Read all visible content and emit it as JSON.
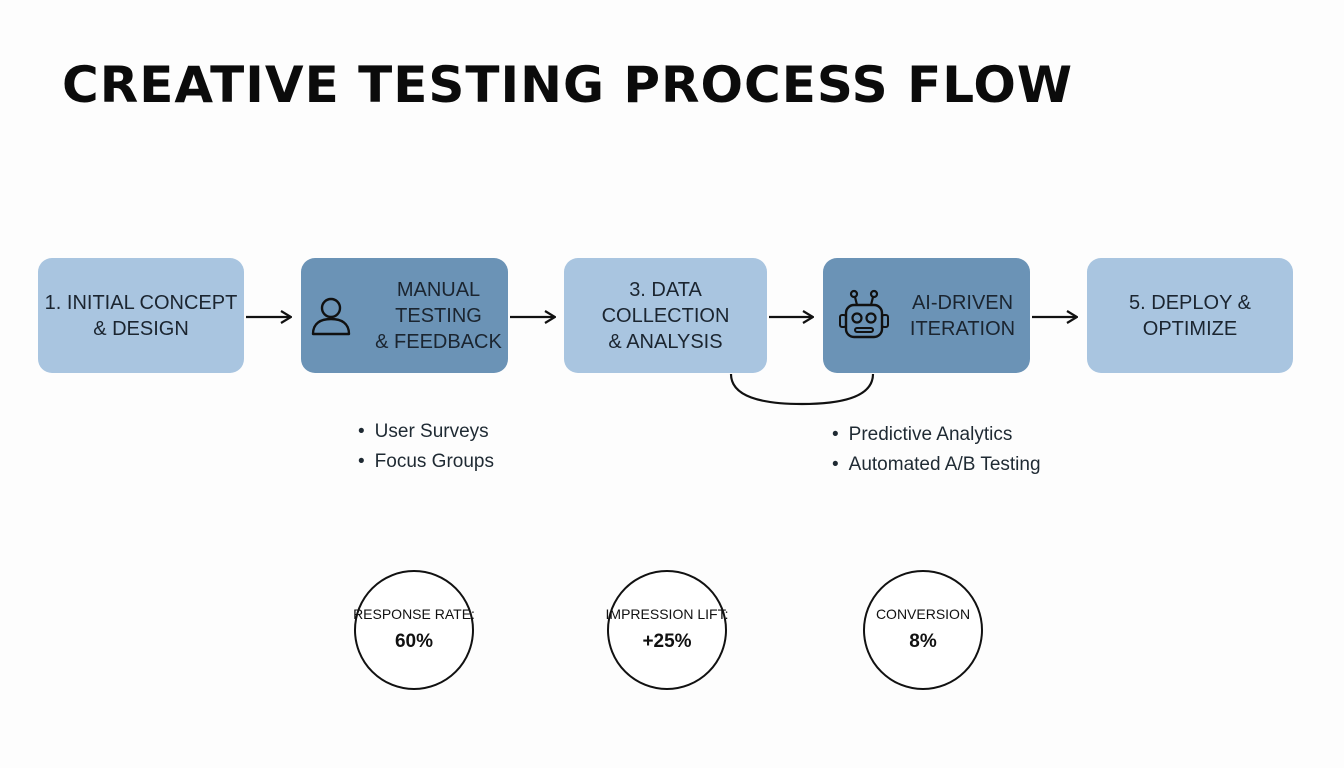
{
  "title": "CREATIVE TESTING PROCESS FLOW",
  "steps": [
    {
      "label": "1. INITIAL CONCEPT\n& DESIGN"
    },
    {
      "label": "MANUAL\nTESTING\n& FEEDBACK",
      "icon": "user-icon"
    },
    {
      "label": "3. DATA COLLECTION\n& ANALYSIS"
    },
    {
      "label": "AI-DRIVEN\nITERATION",
      "icon": "robot-icon"
    },
    {
      "label": "5. DEPLOY &\nOPTIMIZE"
    }
  ],
  "manual_bullets": [
    "User Surveys",
    "Focus Groups"
  ],
  "ai_bullets": [
    "Predictive Analytics",
    "Automated A/B Testing"
  ],
  "metrics": [
    {
      "label": "RESPONSE RATE:",
      "value": "60%"
    },
    {
      "label": "IMPRESSION LIFT:",
      "value": "+25%"
    },
    {
      "label": "CONVERSION",
      "value": "8%"
    }
  ],
  "colors": {
    "light_box": "#a9c5e0",
    "dark_box": "#6b93b6",
    "ink": "#111111"
  }
}
